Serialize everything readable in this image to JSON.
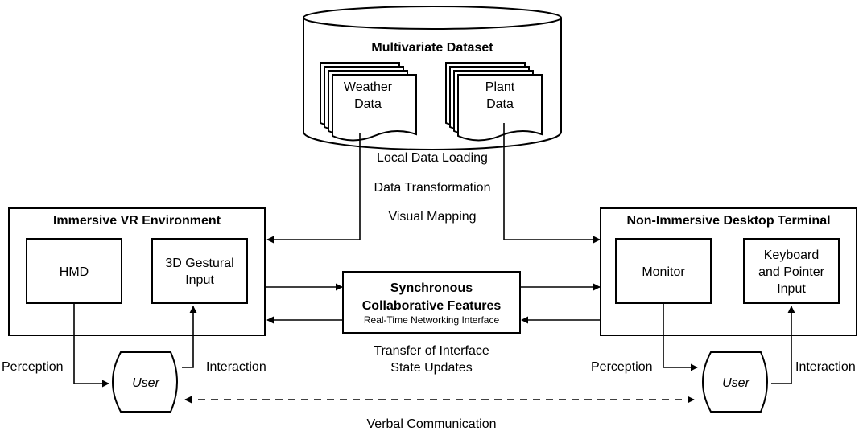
{
  "dataset": {
    "title": "Multivariate Dataset",
    "weather": [
      "Weather",
      "Data"
    ],
    "plant": [
      "Plant",
      "Data"
    ]
  },
  "pipeline": {
    "step1": "Local Data Loading",
    "step2": "Data Transformation",
    "step3": "Visual Mapping"
  },
  "vr": {
    "title": "Immersive VR Environment",
    "hmd": "HMD",
    "gesture": [
      "3D Gestural",
      "Input"
    ]
  },
  "desktop": {
    "title": "Non-Immersive Desktop Terminal",
    "monitor": "Monitor",
    "keyboard": [
      "Keyboard",
      "and Pointer",
      "Input"
    ]
  },
  "sync": {
    "title1": "Synchronous",
    "title2": "Collaborative Features",
    "subtitle": "Real-Time Networking Interface"
  },
  "transfer": [
    "Transfer of Interface",
    "State Updates"
  ],
  "labels": {
    "perception_left": "Perception",
    "interaction_left": "Interaction",
    "perception_right": "Perception",
    "interaction_right": "Interaction",
    "user_left": "User",
    "user_right": "User",
    "verbal": "Verbal Communication"
  }
}
